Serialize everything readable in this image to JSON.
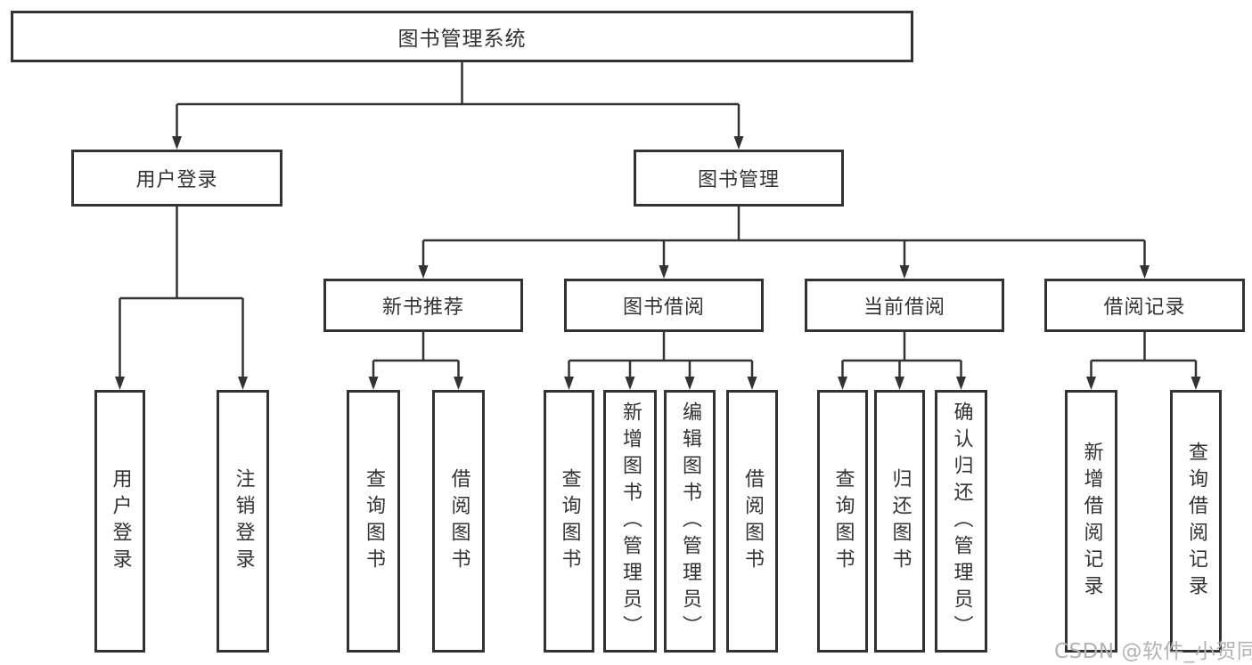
{
  "tree": {
    "root": {
      "label": "图书管理系统",
      "children": [
        {
          "label": "用户登录",
          "children": [
            {
              "label": "用户登录"
            },
            {
              "label": "注销登录"
            }
          ]
        },
        {
          "label": "图书管理",
          "children": [
            {
              "label": "新书推荐",
              "children": [
                {
                  "label": "查询图书"
                },
                {
                  "label": "借阅图书"
                }
              ]
            },
            {
              "label": "图书借阅",
              "children": [
                {
                  "label": "查询图书"
                },
                {
                  "label": "新增图书（管理员）"
                },
                {
                  "label": "编辑图书（管理员）"
                },
                {
                  "label": "借阅图书"
                }
              ]
            },
            {
              "label": "当前借阅",
              "children": [
                {
                  "label": "查询图书"
                },
                {
                  "label": "归还图书"
                },
                {
                  "label": "确认归还（管理员）"
                }
              ]
            },
            {
              "label": "借阅记录",
              "children": [
                {
                  "label": "新增借阅记录"
                },
                {
                  "label": "查询借阅记录"
                }
              ]
            }
          ]
        }
      ]
    }
  },
  "watermark": {
    "text": "CSDN @软件_小贺同学"
  },
  "colors": {
    "line": "#333333",
    "box_border": "#333333",
    "text": "#333333",
    "watermark": "#b3b3b3",
    "background": "#ffffff"
  }
}
